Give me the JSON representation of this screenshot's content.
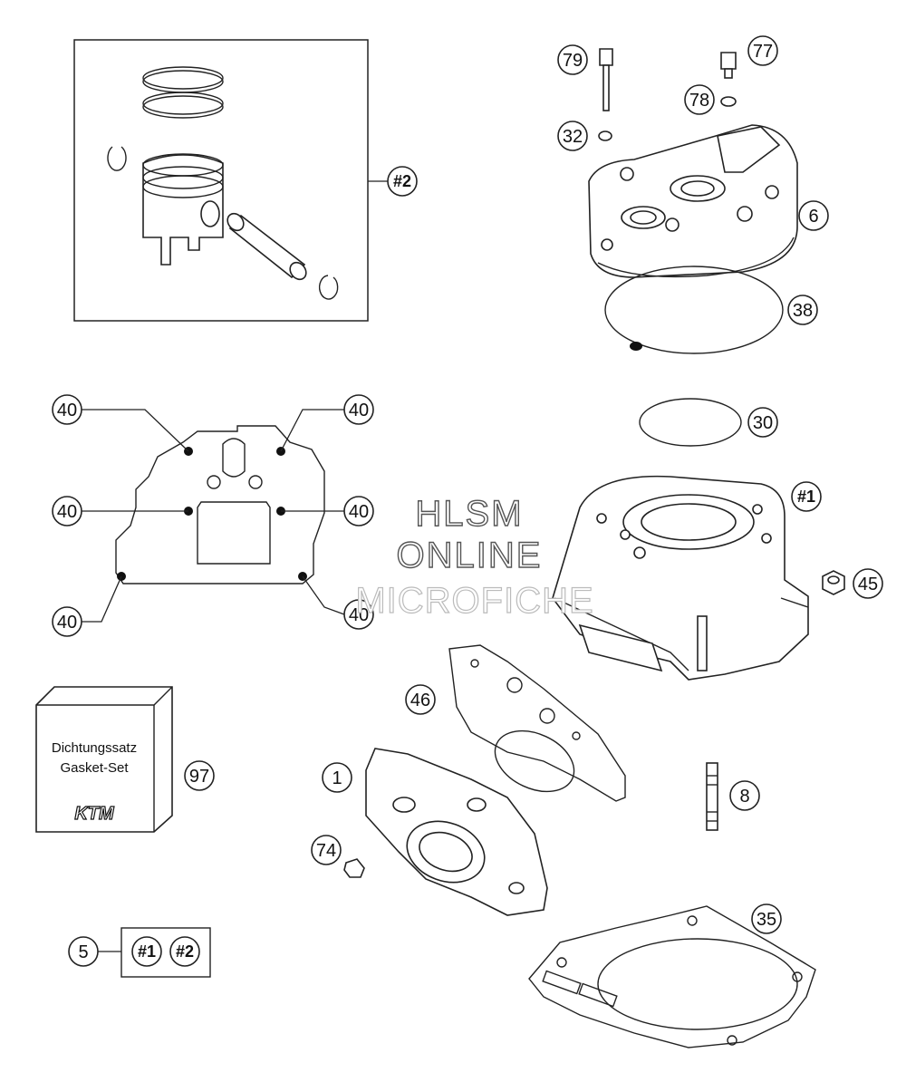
{
  "callouts": {
    "c_piston_kit": "#2",
    "c79": "79",
    "c77": "77",
    "c78": "78",
    "c32": "32",
    "c6": "6",
    "c38": "38",
    "c30": "30",
    "c_cyl": "#1",
    "c45": "45",
    "c40a": "40",
    "c40b": "40",
    "c40c": "40",
    "c40d": "40",
    "c40e": "40",
    "c40f": "40",
    "c46": "46",
    "c97": "97",
    "c1": "1",
    "c8": "8",
    "c74": "74",
    "c35": "35",
    "c5": "5",
    "set_a": "#1",
    "set_b": "#2"
  },
  "gasket_set_box": {
    "line1": "Dichtungssatz",
    "line2": "Gasket-Set",
    "logo": "KTM"
  },
  "watermark": {
    "line1": "HLSM",
    "line2": "ONLINE",
    "line3": "MICROFICHE"
  }
}
